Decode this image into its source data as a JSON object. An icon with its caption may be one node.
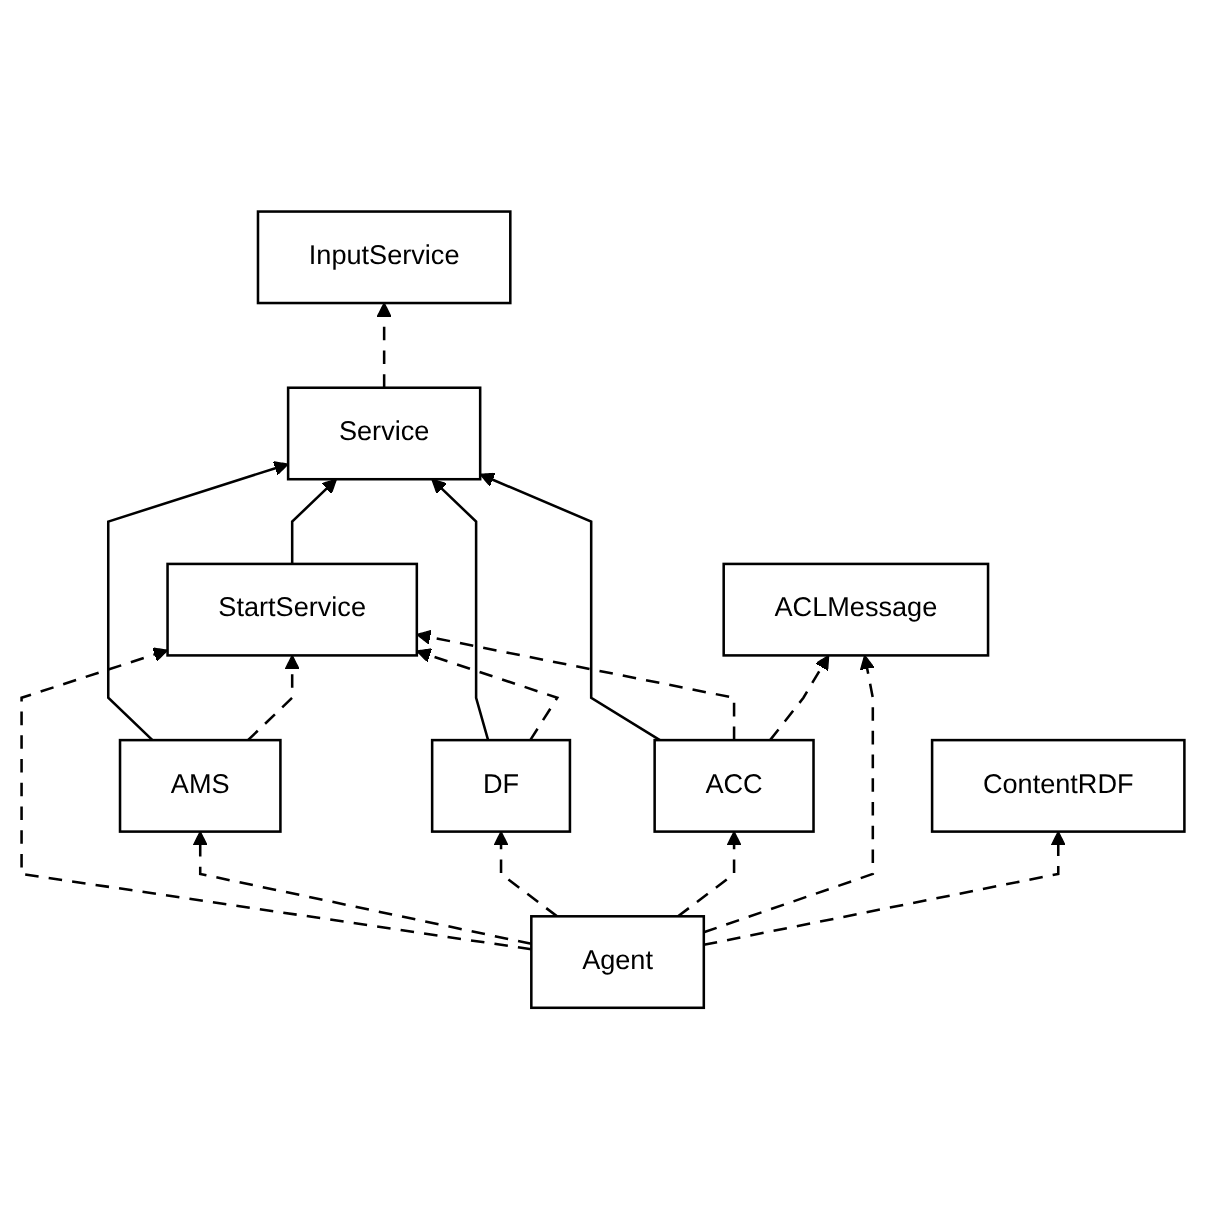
{
  "diagram": {
    "nodes": [
      {
        "text": [
          "InputService"
        ]
      },
      {
        "text": [
          "Service"
        ]
      },
      {
        "text": [
          "StartService"
        ]
      },
      {
        "text": [
          "AMS"
        ]
      },
      {
        "text": [
          "DF"
        ]
      },
      {
        "text": [
          "ACC"
        ]
      },
      {
        "text": [
          "Agent"
        ]
      },
      {
        "text": [
          "ACLMessage"
        ]
      },
      {
        "text": [
          "ContentRDF"
        ]
      }
    ],
    "edges": [
      {
        "from": 1,
        "to": 0,
        "arrow": "to",
        "style": "dashed"
      },
      {
        "from": 2,
        "to": 1,
        "arrow": "to"
      },
      {
        "from": 3,
        "to": 1,
        "arrow": "to"
      },
      {
        "from": 4,
        "to": 1,
        "arrow": "to"
      },
      {
        "from": 5,
        "to": 1,
        "arrow": "to"
      },
      {
        "from": 3,
        "to": 2,
        "arrow": "to",
        "style": "dashed"
      },
      {
        "from": 4,
        "to": 2,
        "arrow": "to",
        "style": "dashed"
      },
      {
        "from": 5,
        "to": 2,
        "arrow": "to",
        "style": "dashed"
      },
      {
        "from": 6,
        "to": 2,
        "arrow": "to",
        "style": "dashed"
      },
      {
        "from": 6,
        "to": 3,
        "arrow": "to",
        "style": "dashed"
      },
      {
        "from": 6,
        "to": 4,
        "arrow": "to",
        "style": "dashed"
      },
      {
        "from": 6,
        "to": 5,
        "arrow": "to",
        "style": "dashed"
      },
      {
        "from": 6,
        "to": 7,
        "arrow": "to",
        "style": "dashed"
      },
      {
        "from": 5,
        "to": 7,
        "arrow": "to",
        "style": "dashed"
      },
      {
        "from": 6,
        "to": 8,
        "arrow": "to",
        "style": "dashed"
      }
    ]
  }
}
